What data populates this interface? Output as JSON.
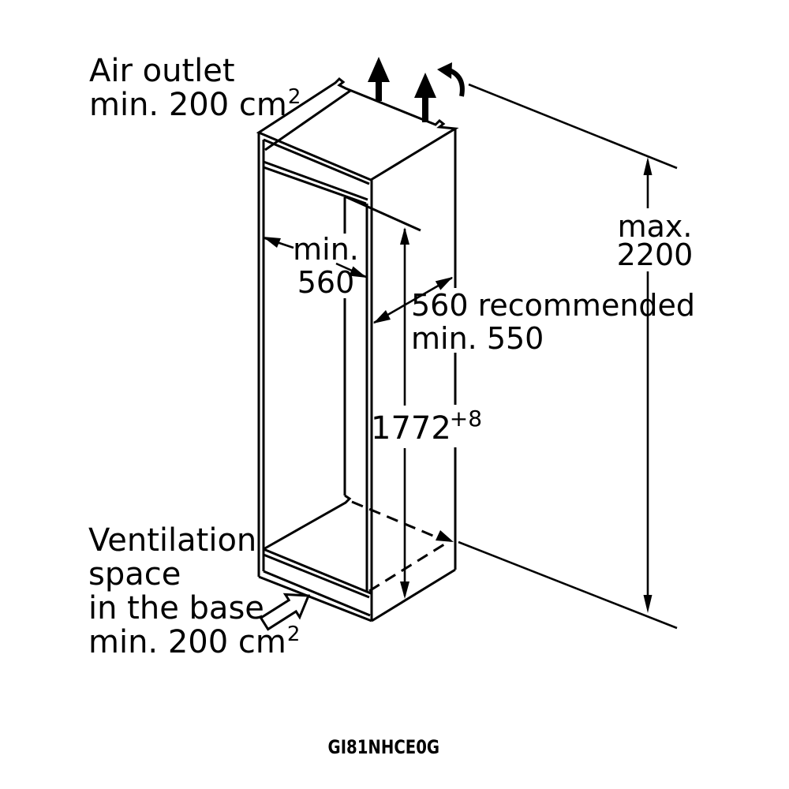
{
  "diagram": {
    "air_outlet_label": {
      "line1": "Air outlet",
      "line2": "min. 200 cm",
      "superscript": "2"
    },
    "ventilation_label": {
      "line1": "Ventilation",
      "line2": "space",
      "line3": "in the base",
      "line4": "min. 200 cm",
      "superscript": "2"
    },
    "dimensions": {
      "max_total_height": {
        "prefix": "max.",
        "value": "2200"
      },
      "niche_width": {
        "prefix": "min.",
        "value": "560"
      },
      "niche_depth": {
        "line1": "560 recommended",
        "line2": "min. 550"
      },
      "niche_height": {
        "value": "1772",
        "tolerance": "+8"
      }
    },
    "model_number": "GI81NHCE0G",
    "colors": {
      "line": "#000000",
      "background": "#ffffff"
    }
  }
}
